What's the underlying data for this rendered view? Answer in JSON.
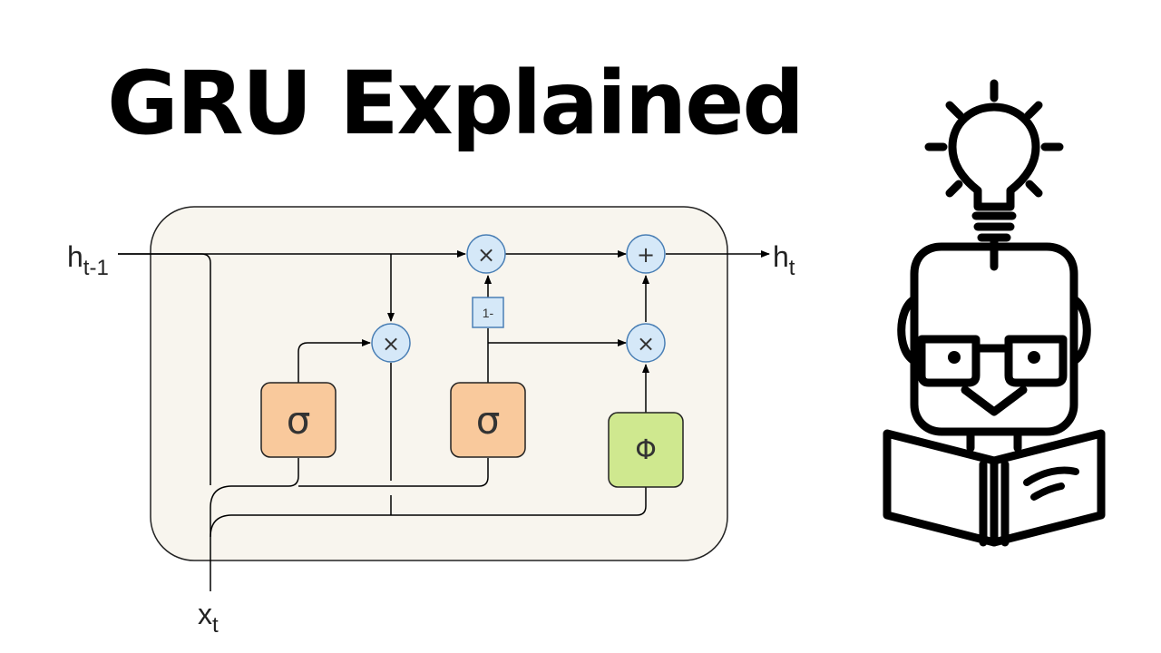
{
  "title": "GRU Explained",
  "diagram": {
    "inputs": {
      "prev_hidden": {
        "base": "h",
        "sub": "t-1"
      },
      "input": {
        "base": "x",
        "sub": "t"
      }
    },
    "output": {
      "base": "h",
      "sub": "t"
    },
    "gates": [
      {
        "id": "reset-gate",
        "symbol": "σ",
        "color": "#f9c99c"
      },
      {
        "id": "update-gate",
        "symbol": "σ",
        "color": "#f9c99c"
      },
      {
        "id": "candidate",
        "symbol": "Φ",
        "color": "#cfe88f"
      }
    ],
    "ops": {
      "multiply": "×",
      "add": "+",
      "one_minus": "1-"
    },
    "colors": {
      "panel": "#f8f5ee",
      "op_fill": "#d5e8f8",
      "op_stroke": "#4a7fb5"
    }
  },
  "illustration": {
    "description_icon": "reading-person-lightbulb-icon"
  }
}
